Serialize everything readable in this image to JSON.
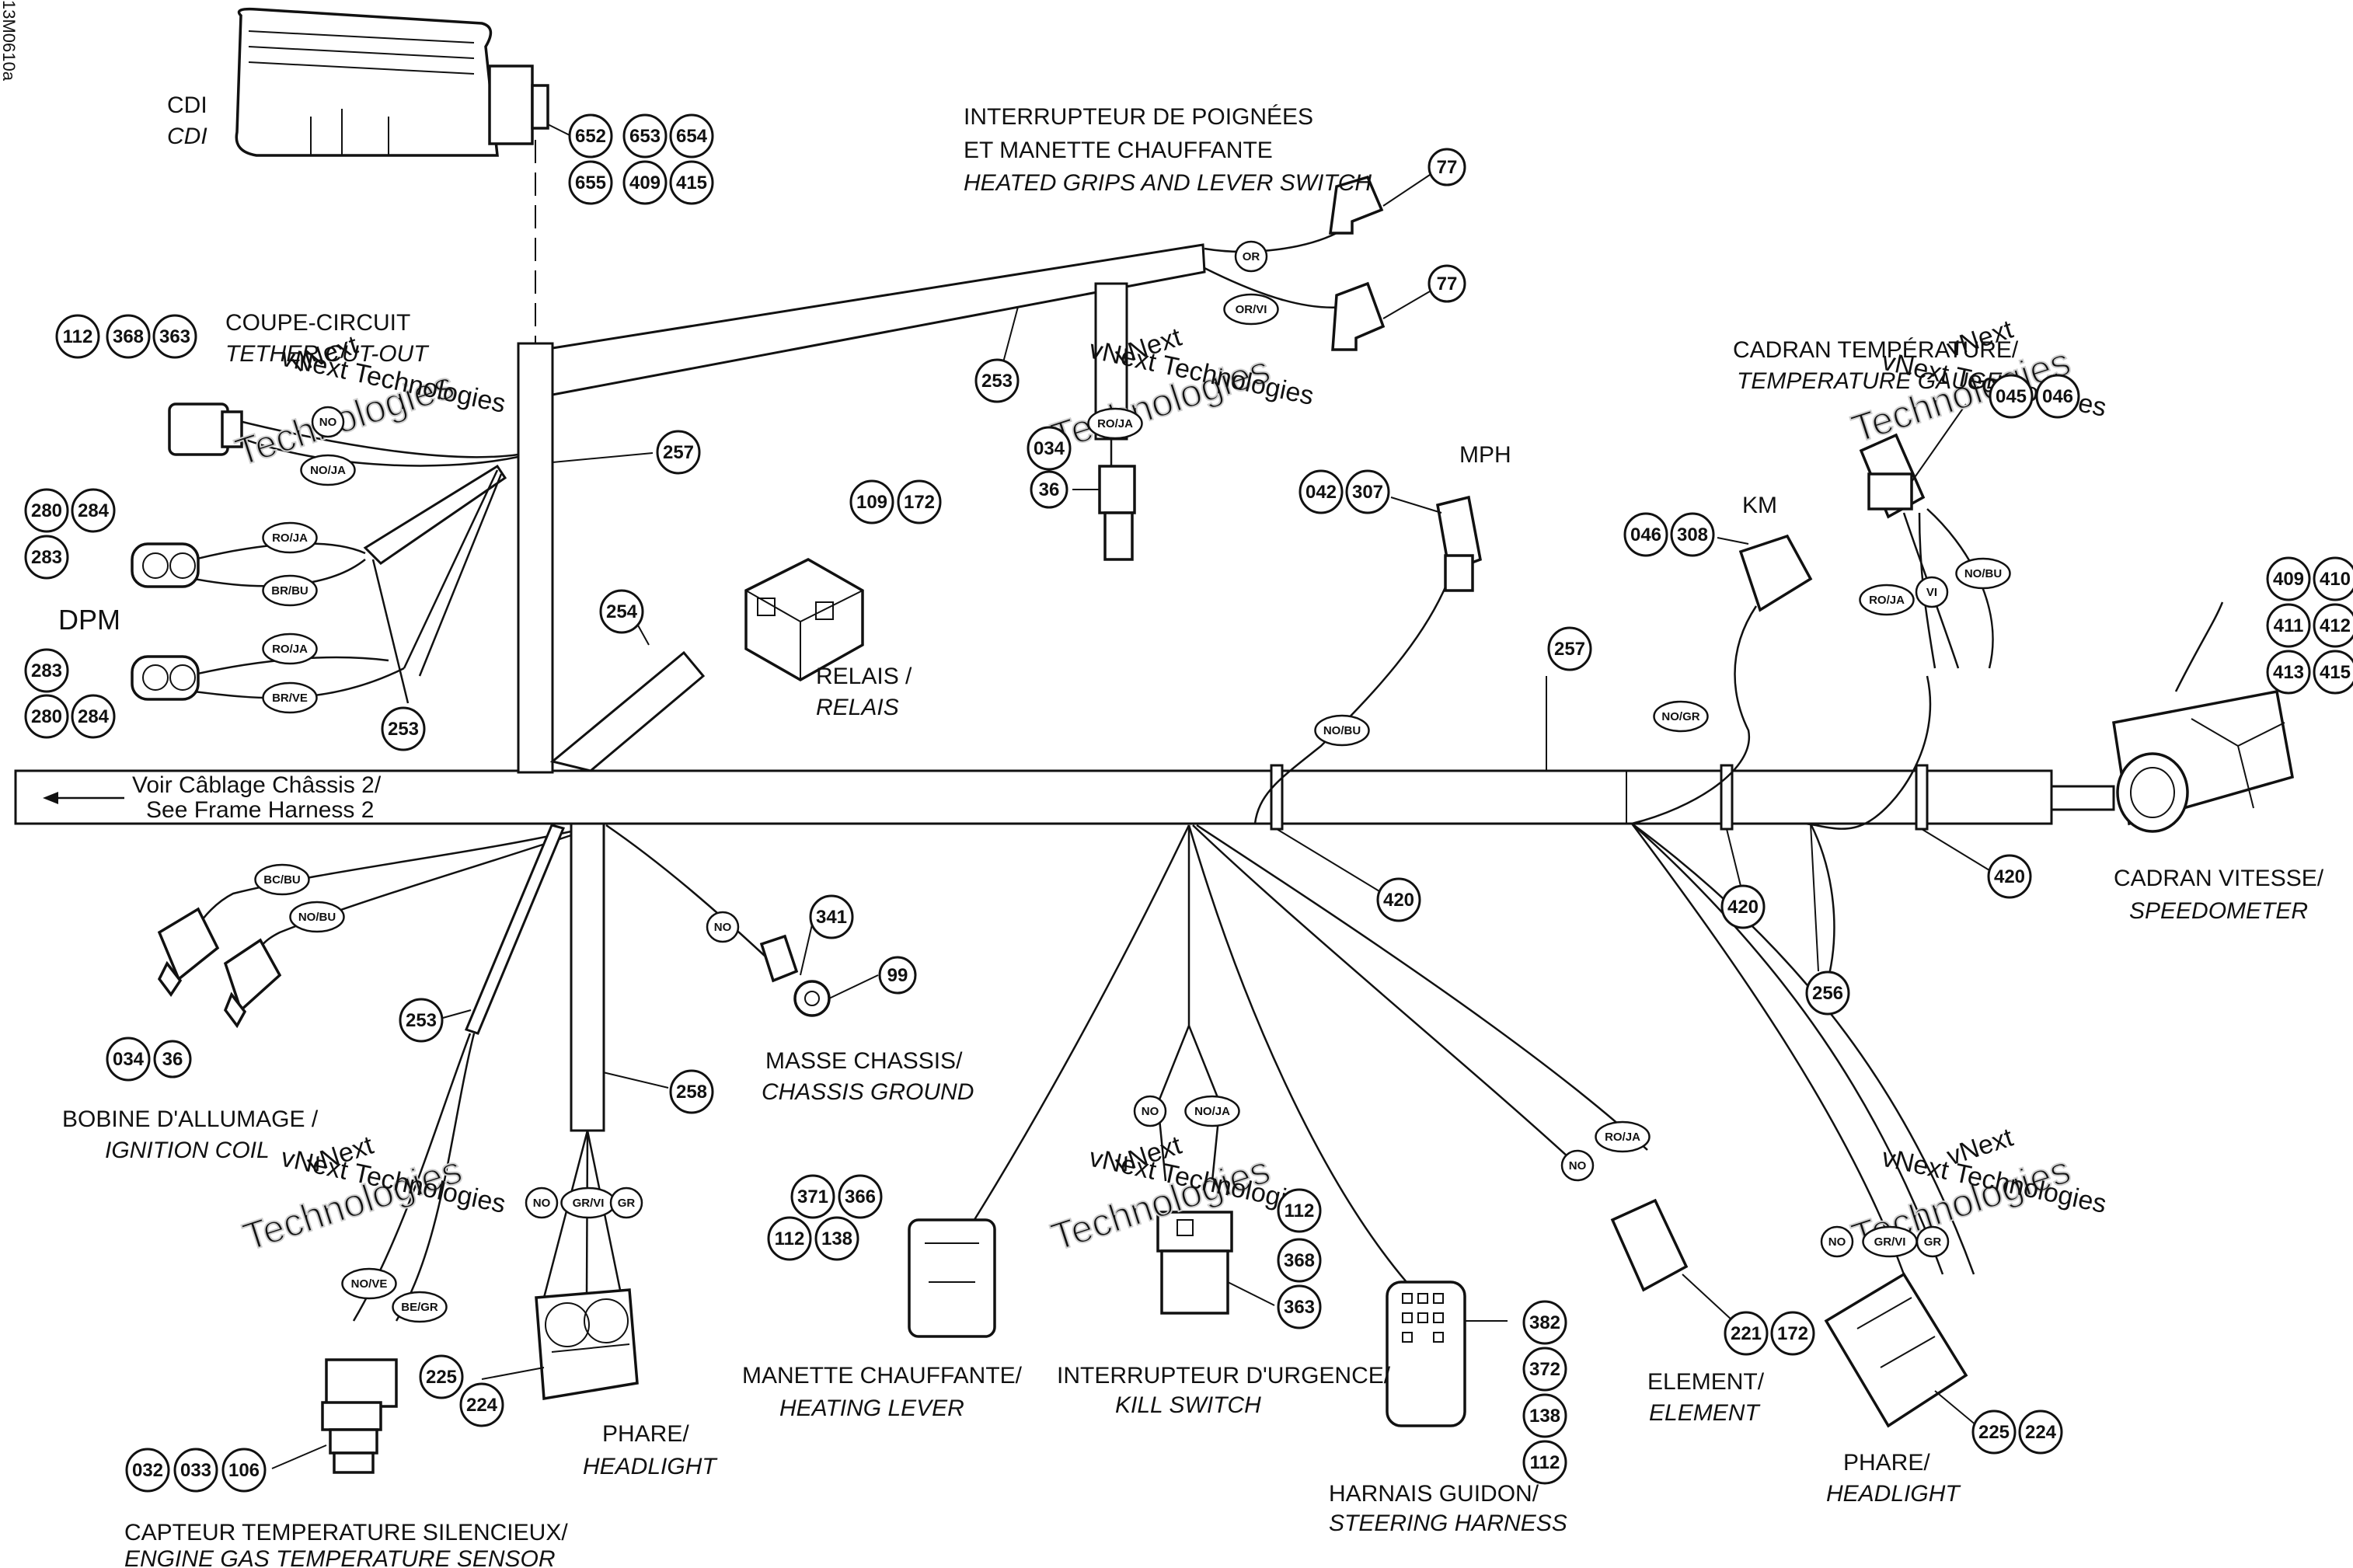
{
  "figure_id": "13M0610a",
  "watermark": {
    "line1": "vNext",
    "line2": "Technologies",
    "line3": "vNext Technologies"
  },
  "harness": {
    "see_other_fr": "Voir Câblage Châssis 2/",
    "see_other_en": "See Frame Harness 2"
  },
  "components": {
    "cdi": {
      "fr": "CDI",
      "en": "CDI",
      "refs": [
        "652",
        "653",
        "654",
        "655",
        "409",
        "415"
      ]
    },
    "grips": {
      "fr1": "INTERRUPTEUR DE POIGNÉES",
      "fr2": "ET MANETTE CHAUFFANTE",
      "en": "HEATED GRIPS AND LEVER SWITCH",
      "ref_a": "77",
      "ref_b": "77",
      "tag_a": "OR",
      "tag_b": "OR/VI"
    },
    "tether": {
      "fr": "COUPE-CIRCUIT",
      "en": "TETHER CUT-OUT",
      "refs": [
        "112",
        "368",
        "363"
      ],
      "tag_a": "NO",
      "tag_b": "NO/JA"
    },
    "dpm": {
      "label": "DPM",
      "refs_top": [
        "280",
        "284",
        "283"
      ],
      "refs_bottom": [
        "283",
        "280",
        "284"
      ],
      "tags": [
        "RO/JA",
        "BR/BU",
        "RO/JA",
        "BR/VE"
      ]
    },
    "relay": {
      "fr": "RELAIS /",
      "en": "RELAIS",
      "refs": [
        "109",
        "172"
      ]
    },
    "connector_center": {
      "refs": [
        "034",
        "36"
      ],
      "tag": "RO/JA"
    },
    "mph": {
      "label": "MPH",
      "refs": [
        "042",
        "307"
      ],
      "tag": "NO/BU"
    },
    "km": {
      "label": "KM",
      "refs": [
        "046",
        "308"
      ],
      "tag": "NO/GR"
    },
    "temp_gauge": {
      "fr": "CADRAN TEMPÉRATURE/",
      "en": "TEMPERATURE GAUGE",
      "refs": [
        "045",
        "046"
      ],
      "tags": [
        "RO/JA",
        "VI",
        "NO/BU"
      ]
    },
    "speedometer": {
      "fr": "CADRAN VITESSE/",
      "en": "SPEEDOMETER",
      "refs": [
        "409",
        "410",
        "411",
        "412",
        "413",
        "415"
      ]
    },
    "ignition": {
      "fr": "BOBINE D'ALLUMAGE /",
      "en": "IGNITION COIL",
      "refs": [
        "034",
        "36"
      ],
      "tags": [
        "BC/BU",
        "NO/BU"
      ]
    },
    "ground": {
      "fr": "MASSE CHASSIS/",
      "en": "CHASSIS GROUND",
      "refs": [
        "341",
        "99"
      ],
      "tag": "NO"
    },
    "headlight_left": {
      "fr": "PHARE/",
      "en": "HEADLIGHT",
      "refs": [
        "225",
        "224"
      ],
      "tags": [
        "NO",
        "GR/VI",
        "GR"
      ]
    },
    "gas_sensor": {
      "fr": "CAPTEUR TEMPERATURE SILENCIEUX/",
      "en": "ENGINE GAS TEMPERATURE SENSOR",
      "refs": [
        "032",
        "033",
        "106"
      ],
      "tags": [
        "NO/VE",
        "BE/GR"
      ]
    },
    "heating_lever": {
      "fr": "MANETTE CHAUFFANTE/",
      "en": "HEATING LEVER",
      "refs": [
        "371",
        "366",
        "112",
        "138"
      ]
    },
    "kill_switch": {
      "fr": "INTERRUPTEUR D'URGENCE/",
      "en": "KILL SWITCH",
      "refs": [
        "112",
        "368",
        "363"
      ],
      "tags": [
        "NO",
        "NO/JA"
      ]
    },
    "steering": {
      "fr": "HARNAIS GUIDON/",
      "en": "STEERING HARNESS",
      "refs": [
        "382",
        "372",
        "138",
        "112"
      ]
    },
    "element": {
      "fr": "ELEMENT/",
      "en": "ELEMENT",
      "refs": [
        "221",
        "172"
      ],
      "tags": [
        "NO",
        "RO/JA"
      ]
    },
    "headlight_right": {
      "fr": "PHARE/",
      "en": "HEADLIGHT",
      "refs": [
        "225",
        "224"
      ],
      "tags": [
        "NO",
        "GR/VI",
        "GR"
      ]
    }
  },
  "parts": {
    "p257a": "257",
    "p257b": "257",
    "p253a": "253",
    "p253b": "253",
    "p253c": "253",
    "p254": "254",
    "p258": "258",
    "p256": "256",
    "p420a": "420",
    "p420b": "420",
    "p420c": "420"
  }
}
